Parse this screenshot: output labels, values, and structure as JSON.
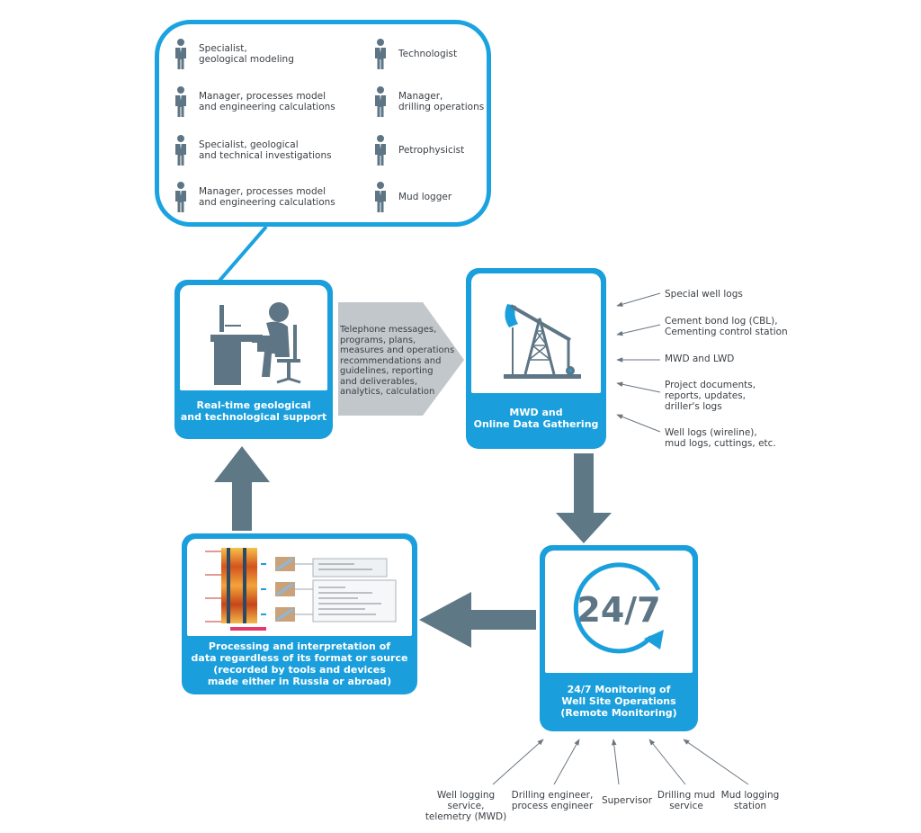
{
  "roles": [
    {
      "label": "Specialist,\ngeological modeling"
    },
    {
      "label": "Technologist"
    },
    {
      "label": "Manager, processes model\nand engineering calculations"
    },
    {
      "label": "Manager,\ndrilling operations"
    },
    {
      "label": "Specialist, geological\nand technical investigations"
    },
    {
      "label": "Petrophysicist"
    },
    {
      "label": "Manager, processes model\nand engineering calculations"
    },
    {
      "label": "Mud logger"
    }
  ],
  "support": {
    "title": "Real-time geological\nand technological support"
  },
  "flow_text": "Telephone messages,\nprograms, plans,\nmeasures and operations\nrecommendations and\nguidelines, reporting\nand deliverables,\nanalytics, calculation",
  "mwd": {
    "title": "MWD and\nOnline Data Gathering"
  },
  "inputs": [
    {
      "label": "Special well logs"
    },
    {
      "label": "Cement bond log (CBL),\nCementing control station"
    },
    {
      "label": "MWD and LWD"
    },
    {
      "label": "Project documents,\nreports, updates,\ndriller's logs"
    },
    {
      "label": "Well logs (wireline),\nmud logs, cuttings, etc."
    }
  ],
  "monitor": {
    "badge": "24/7",
    "title": "24/7 Monitoring of\nWell Site Operations\n(Remote Monitoring)"
  },
  "process": {
    "title": "Processing and interpretation of\ndata regardless of its format or source\n(recorded by tools and devices\nmade either in Russia or abroad)"
  },
  "sources": [
    {
      "label": "Well logging service,\ntelemetry (MWD)"
    },
    {
      "label": "Drilling engineer,\nprocess engineer"
    },
    {
      "label": "Supervisor"
    },
    {
      "label": "Drilling mud\nservice"
    },
    {
      "label": "Mud logging\nstation"
    }
  ],
  "colors": {
    "accent": "#1a9fdc",
    "icon": "#5d7584",
    "arrow": "#5f7886",
    "flow_band": "#c2c7cb"
  }
}
